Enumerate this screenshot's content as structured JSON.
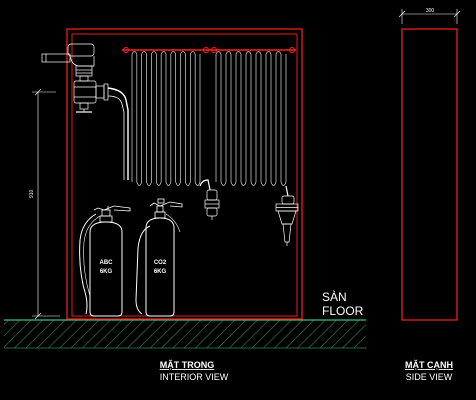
{
  "drawing": {
    "colors": {
      "background": "#000000",
      "frame": "#ff2020",
      "line": "#ffffff",
      "ground_hatch": "#2e8b57",
      "ground_line": "#40c070"
    },
    "floor_label_vi": "SÀN",
    "floor_label_en": "FLOOR",
    "interior_view": {
      "title_vi": "MẶT TRONG",
      "title_en": "INTERIOR VIEW"
    },
    "side_view": {
      "title_vi": "MẶT CẠNH",
      "title_en": "SIDE VIEW"
    },
    "extinguishers": [
      {
        "type": "ABC",
        "weight": "6KG"
      },
      {
        "type": "CO2",
        "weight": "6KG"
      }
    ],
    "dimensions": {
      "height_label": "910",
      "depth_label": "300"
    }
  }
}
